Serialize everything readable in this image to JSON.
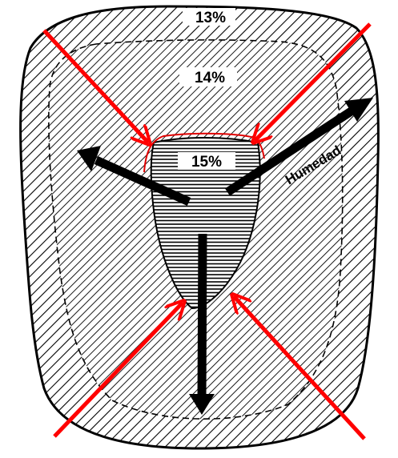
{
  "labels": {
    "outer_layer": "13%",
    "middle_layer": "14%",
    "core": "15%",
    "moisture_arrow": "Humedad"
  },
  "colors": {
    "ink": "#000000",
    "paper": "#ffffff",
    "inward_arrows": "#ff0000",
    "core_outline": "#e00000"
  },
  "arrows": {
    "outward_moisture_count": 3,
    "inward_crossed_out_count": 4
  }
}
